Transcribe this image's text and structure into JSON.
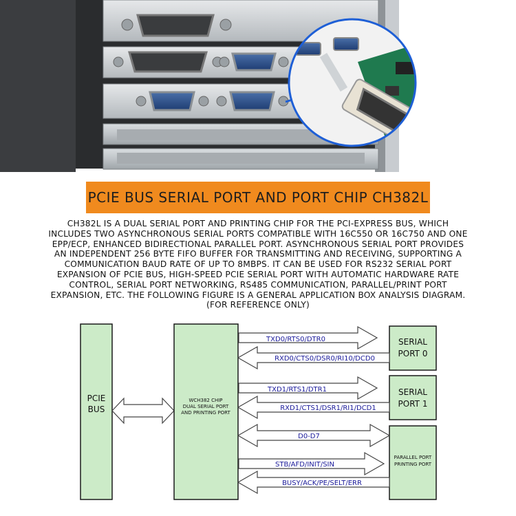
{
  "banner": {
    "title": "PCIE BUS SERIAL PORT AND PORT CHIP CH382L"
  },
  "description": {
    "lines": [
      "CH382L IS A DUAL SERIAL PORT AND PRINTING CHIP FOR THE PCI-EXPRESS BUS, WHICH",
      "INCLUDES TWO ASYNCHRONOUS SERIAL PORTS COMPATIBLE WITH 16C550 OR 16C750 AND ONE",
      "EPP/ECP, ENHANCED BIDIRECTIONAL PARALLEL PORT. ASYNCHRONOUS SERIAL PORT PROVIDES",
      "AN INDEPENDENT 256 BYTE FIFO BUFFER FOR TRANSMITTING AND RECEIVING, SUPPORTING A",
      "COMMUNICATION BAUD RATE OF UP TO 8MBPS. IT CAN BE USED FOR RS232 SERIAL PORT",
      "EXPANSION OF PCIE BUS, HIGH-SPEED PCIE SERIAL PORT WITH AUTOMATIC HARDWARE RATE",
      "CONTROL, SERIAL PORT NETWORKING, RS485 COMMUNICATION, PARALLEL/PRINT PORT",
      "EXPANSION, ETC. THE FOLLOWING FIGURE IS A GENERAL APPLICATION BOX ANALYSIS DIAGRAM.",
      "(FOR REFERENCE ONLY)"
    ]
  },
  "diagram": {
    "pcie_bus": [
      "PCIE",
      "BUS"
    ],
    "chip": [
      "WCH382 CHIP",
      "DUAL SERIAL PORT",
      "AND PRINTING PORT"
    ],
    "serial_port_0": [
      "SERIAL",
      "PORT 0"
    ],
    "serial_port_1": [
      "SERIAL",
      "PORT 1"
    ],
    "parallel_port": [
      "PARALLEL PORT",
      "PRINTING PORT"
    ],
    "signals": {
      "txd0": "TXD0/RTS0/DTR0",
      "rxd0": "RXD0/CTS0/DSR0/RI10/DCD0",
      "txd1": "TXD1/RTS1/DTR1",
      "rxd1": "RXD1/CTS1/DSR1/RI1/DCD1",
      "data": "D0-D7",
      "stb": "STB/AFD/INIT/SIN",
      "busy": "BUSY/ACK/PE/SELT/ERR"
    },
    "colors": {
      "box_fill": "#ccebc8",
      "box_border": "#1a1a1a",
      "arrow_fill": "#ffffff"
    }
  }
}
